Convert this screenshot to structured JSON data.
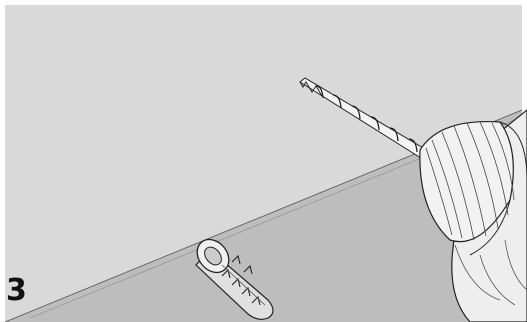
{
  "step": {
    "number": "3"
  },
  "colors": {
    "wall": "#d9d9d9",
    "floor": "#bebebe",
    "outline": "#222222",
    "drill_body": "#eeeeee",
    "step_number": "#111111"
  },
  "scene": {
    "objects": [
      "wall",
      "floor",
      "drill-bit",
      "power-drill",
      "wall-anchor"
    ]
  }
}
